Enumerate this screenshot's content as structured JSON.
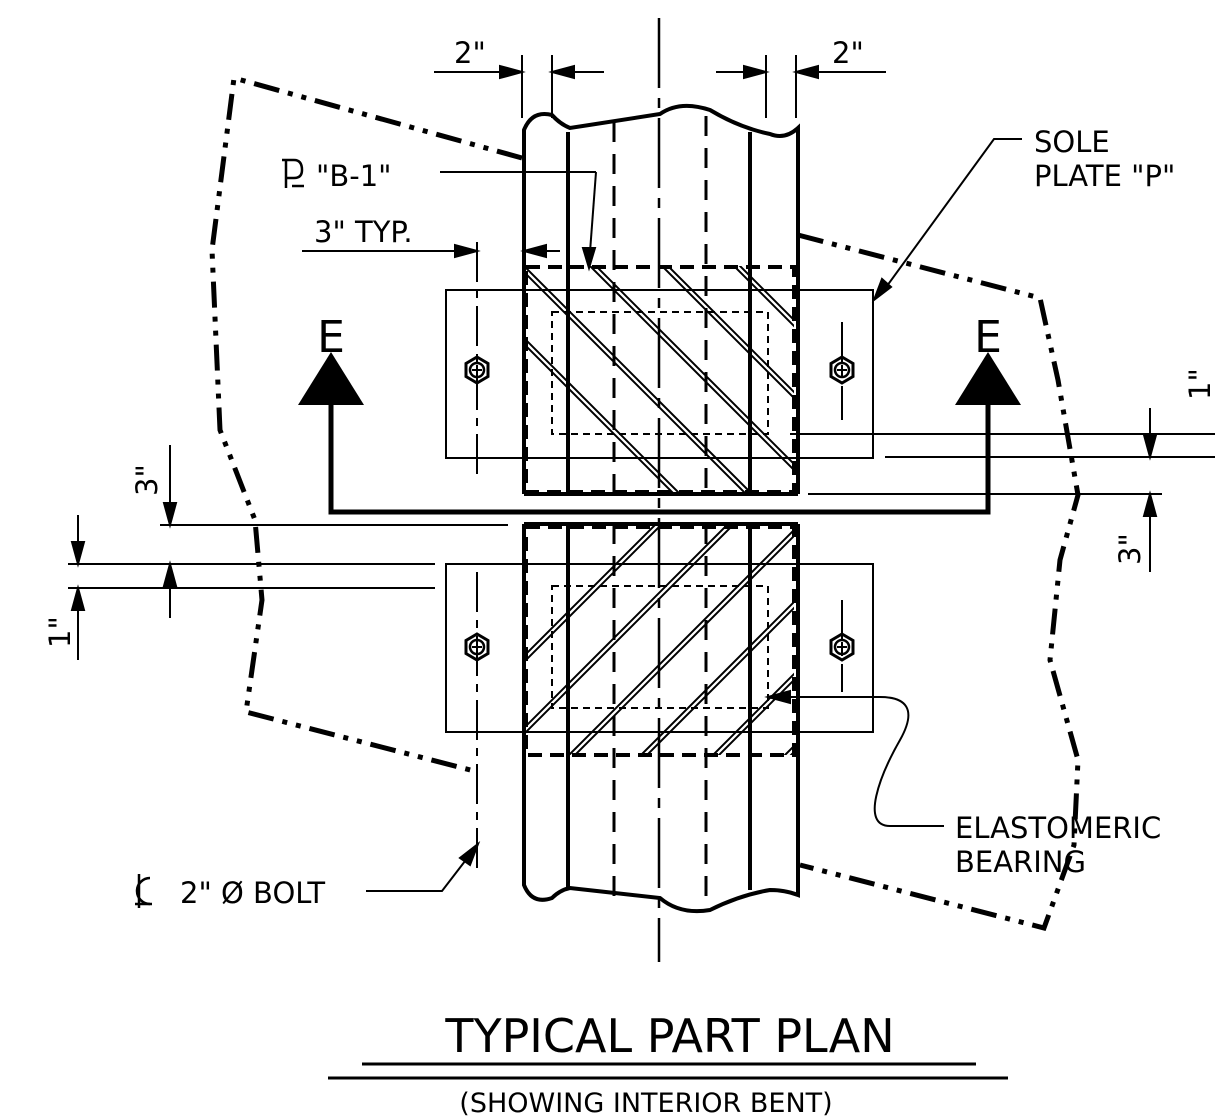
{
  "labels": {
    "dim_left_top": "2\"",
    "dim_right_top": "2\"",
    "plate_b1": "\"B-1\"",
    "sole_plate_1": "SOLE",
    "sole_plate_2": "PLATE \"P\"",
    "typ": "3\" TYP.",
    "section_left": "E",
    "section_right": "E",
    "dim_3_left": "3\"",
    "dim_1_left": "1\"",
    "dim_3_right": "3\"",
    "dim_1_right": "1\"",
    "elastomeric_1": "ELASTOMERIC",
    "elastomeric_2": "BEARING",
    "bolt": "2\" Ø BOLT"
  },
  "title": {
    "main": "TYPICAL PART PLAN",
    "sub": "(SHOWING INTERIOR BENT)"
  }
}
